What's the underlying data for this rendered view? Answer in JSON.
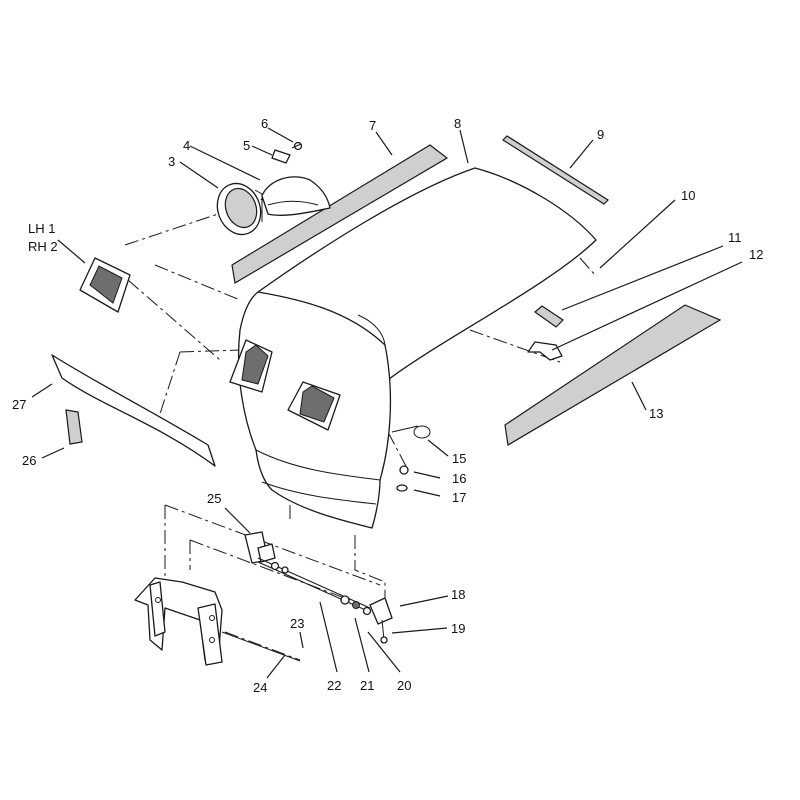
{
  "callouts": [
    {
      "id": "lh1",
      "text": "LH 1"
    },
    {
      "id": "rh2",
      "text": "RH 2"
    },
    {
      "id": "c3",
      "text": "3"
    },
    {
      "id": "c4",
      "text": "4"
    },
    {
      "id": "c5",
      "text": "5"
    },
    {
      "id": "c6",
      "text": "6"
    },
    {
      "id": "c7",
      "text": "7"
    },
    {
      "id": "c8",
      "text": "8"
    },
    {
      "id": "c9",
      "text": "9"
    },
    {
      "id": "c10",
      "text": "10"
    },
    {
      "id": "c11",
      "text": "11"
    },
    {
      "id": "c12",
      "text": "12"
    },
    {
      "id": "c13",
      "text": "13"
    },
    {
      "id": "c15",
      "text": "15"
    },
    {
      "id": "c16",
      "text": "16"
    },
    {
      "id": "c17",
      "text": "17"
    },
    {
      "id": "c18",
      "text": "18"
    },
    {
      "id": "c19",
      "text": "19"
    },
    {
      "id": "c20",
      "text": "20"
    },
    {
      "id": "c21",
      "text": "21"
    },
    {
      "id": "c22",
      "text": "22"
    },
    {
      "id": "c23",
      "text": "23"
    },
    {
      "id": "c24",
      "text": "24"
    },
    {
      "id": "c25",
      "text": "25"
    },
    {
      "id": "c26",
      "text": "26"
    },
    {
      "id": "c27",
      "text": "27"
    }
  ]
}
